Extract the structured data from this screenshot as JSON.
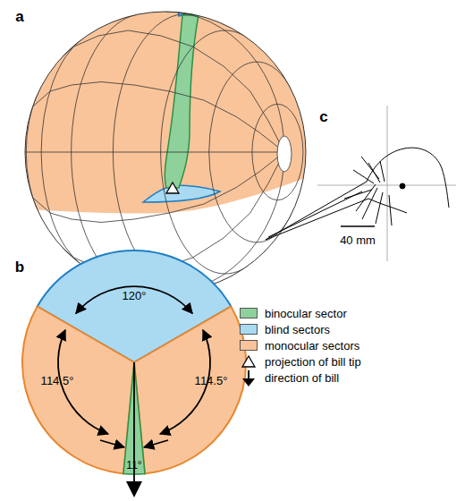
{
  "diagram": {
    "labels": [
      "a",
      "c",
      "b",
      "120°",
      "114.5°",
      "114.5°",
      "11°",
      "40 mm"
    ],
    "legend": [
      {
        "text": "binocular sector",
        "color": "#8fd19b"
      },
      {
        "text": "blind sectors",
        "color": "#a9daf2"
      },
      {
        "text": "monocular sectors",
        "color": "#f9c49a"
      },
      {
        "text": "projection of bill tip"
      },
      {
        "text": "direction of bill"
      }
    ]
  }
}
